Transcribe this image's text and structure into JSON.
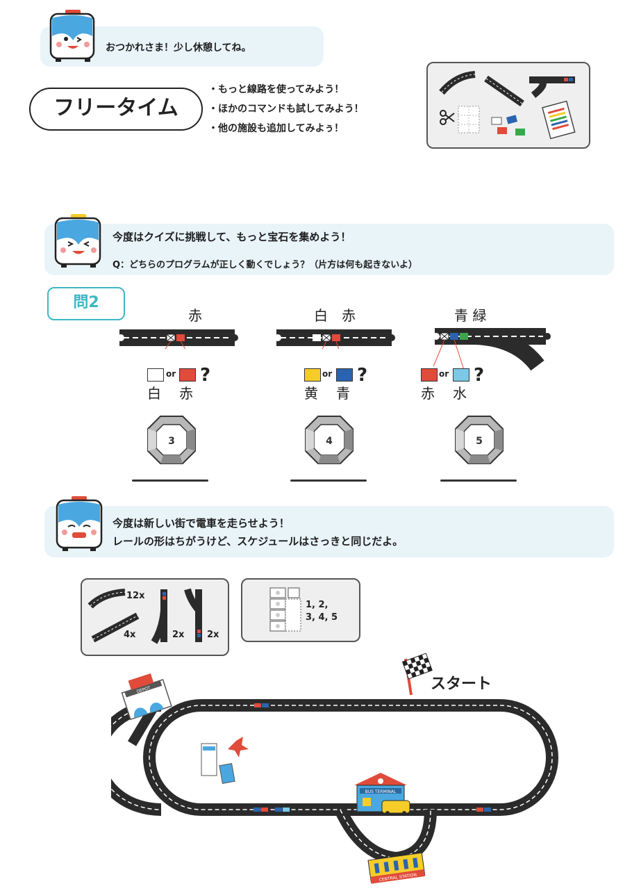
{
  "section1": {
    "message": "おつかれさま！少し休憩してね。",
    "title": "フリータイム",
    "bullets": [
      "・もっと線路を使ってみよう！",
      "・ほかのコマンドも試してみよう！",
      "・他の施設も追加してみよぅ！"
    ]
  },
  "section2": {
    "line1": "今度はクイズに挑戦して、もっと宝石を集めよう！",
    "line2": "Q：どちらのプログラムが正しく動くでしょう？（片方は何も起きないよ）",
    "question_label": "問2",
    "or_text": "or",
    "qmark": "?",
    "options": [
      {
        "top": "赤",
        "left": "白",
        "right": "赤",
        "gem": "3",
        "left_color": "#ffffff",
        "right_color": "#e04b3a"
      },
      {
        "top": "白　赤",
        "left": "黄",
        "right": "青",
        "gem": "4",
        "left_color": "#f5cc2a",
        "right_color": "#2a64b0"
      },
      {
        "top": "青 緑",
        "left": "赤",
        "right": "水",
        "gem": "5",
        "left_color": "#e04b3a",
        "right_color": "#7cc8e6"
      }
    ]
  },
  "section3": {
    "line1": "今度は新しい街で電車を走らせよう！",
    "line2": "レールの形はちがうけど、スケジュールはさっきと同じだよ。",
    "counts": {
      "curve": "12x",
      "straight": "4x",
      "switch_left": "2x",
      "switch_right": "2x"
    },
    "schedule": "1, 2,\n3, 4, 5",
    "start_label": "スタート",
    "depot_sign": "DEPOT",
    "bus_sign": "BUS TERMINAL",
    "station_sign": "CENTRAL STATION"
  },
  "colors": {
    "bubble": "#e9f4f9",
    "accent": "#3db7c4",
    "track": "#2b2b2b",
    "red": "#e04b3a",
    "blue": "#2a64b0"
  }
}
